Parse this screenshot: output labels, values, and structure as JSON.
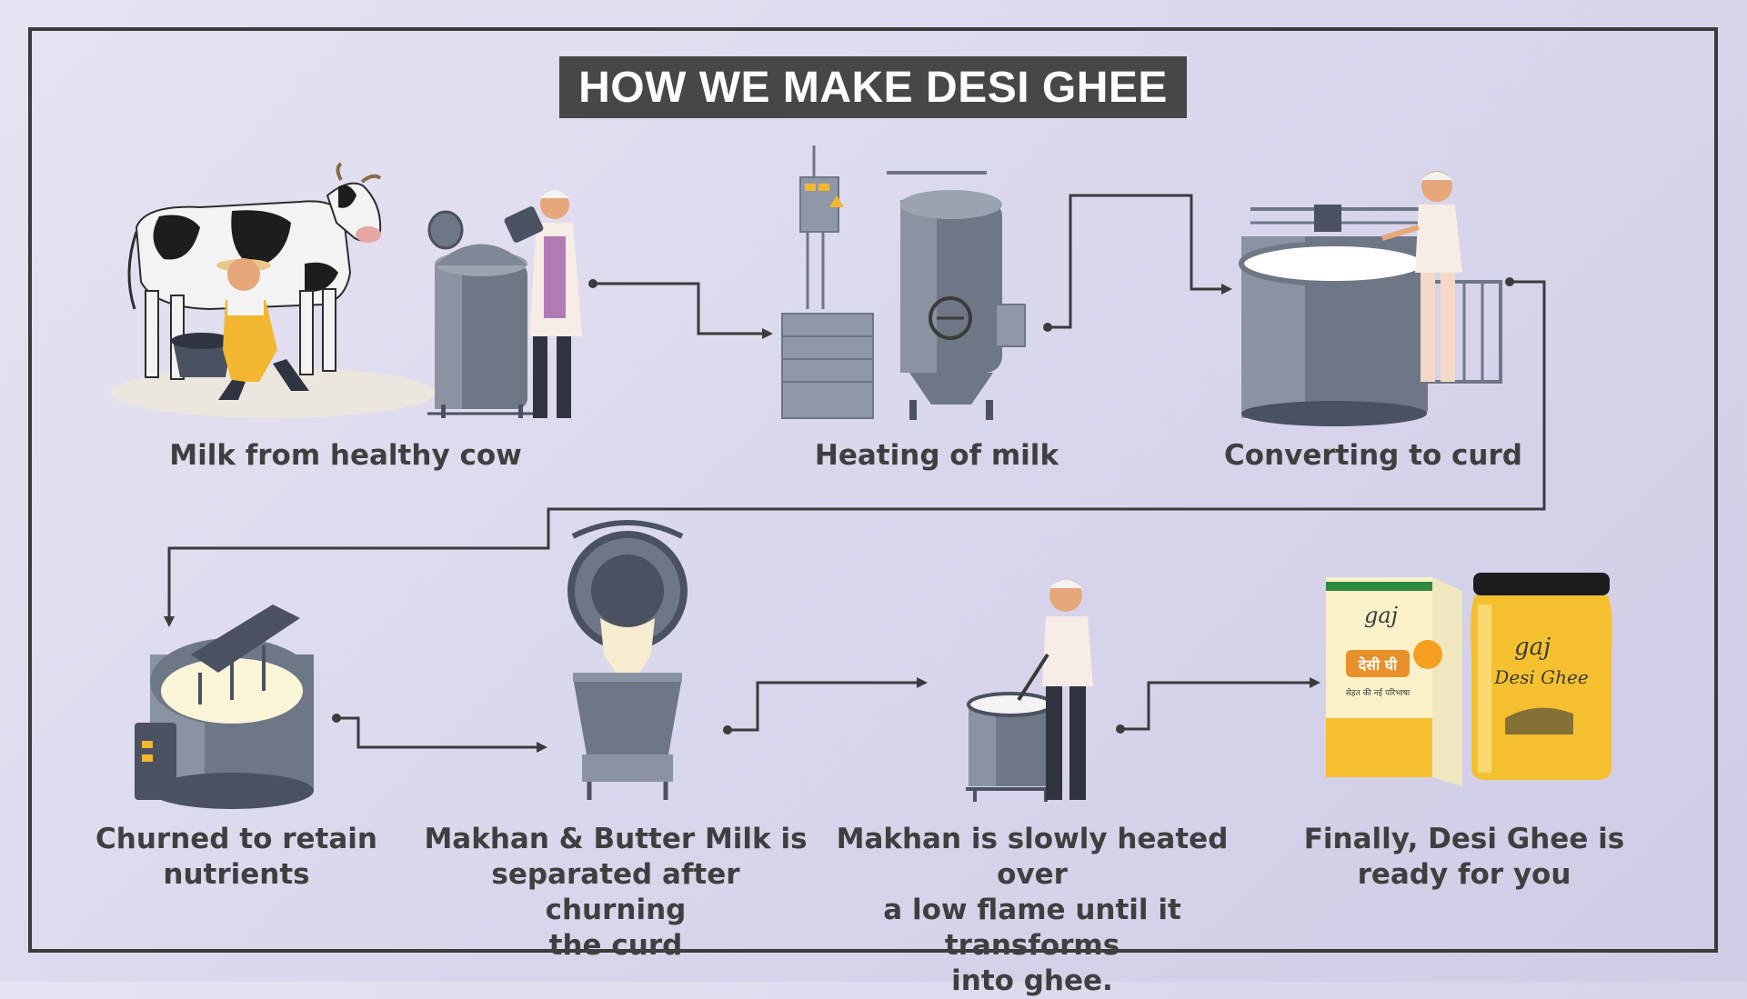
{
  "title": "HOW WE MAKE DESI GHEE",
  "steps": [
    {
      "caption": "Milk from healthy cow",
      "icon": "cow-milking-icon"
    },
    {
      "caption": "Heating of milk",
      "icon": "heating-tank-icon"
    },
    {
      "caption": "Converting to curd",
      "icon": "curd-vat-icon"
    },
    {
      "caption": "Churned to retain\nnutrients",
      "icon": "churning-machine-icon"
    },
    {
      "caption": "Makhan & Butter Milk is\nseparated after churning\nthe curd",
      "icon": "separator-drum-icon"
    },
    {
      "caption": "Makhan is slowly heated over\na low flame until it transforms\ninto ghee.",
      "icon": "cooking-pot-icon"
    },
    {
      "caption": "Finally, Desi Ghee is\nready for you",
      "icon": "ghee-jar-icon"
    }
  ],
  "product": {
    "brand": "gaj",
    "box_label": "देसी घी",
    "box_tagline": "सेहत की नई परिभाषा",
    "jar_label": "Desi Ghee"
  },
  "colors": {
    "frame": "#3b3b3b",
    "title_bg": "#474747",
    "steel": "#6e7785",
    "steel_light": "#9aa3b0",
    "ghee": "#f5c030"
  }
}
